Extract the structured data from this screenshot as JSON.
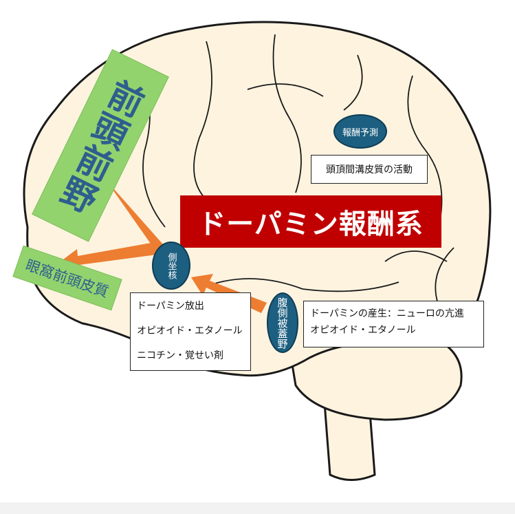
{
  "title": "ドーパミン報酬系",
  "regions": {
    "prefrontal": "前頭前野",
    "orbitofrontal": "眼窩前頭皮質",
    "reward_prediction": "報酬予測",
    "nucleus_accumbens": "側坐核",
    "vta": "腹側被蓋野"
  },
  "boxes": {
    "parietal": "頭頂間溝皮質の活動",
    "accumbens": [
      "ドーパミン放出",
      "オピオイド・エタノール",
      "ニコチン・覚せい剤"
    ],
    "vta": [
      "ドーパミンの産生：ニューロの亢進",
      "オピオイド・エタノール"
    ]
  },
  "colors": {
    "banner": "#c00000",
    "arrow": "#ed7d31",
    "ellipse": "#1d5f80",
    "label_bg": "#92d36e"
  }
}
